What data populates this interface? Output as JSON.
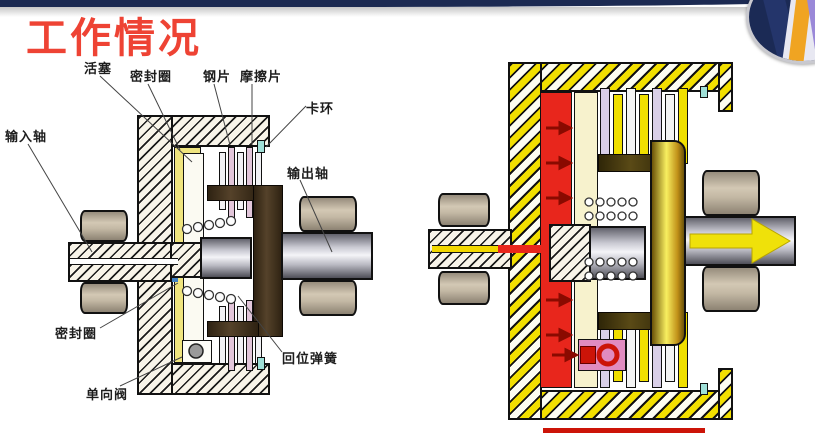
{
  "page": {
    "title": "工作情况",
    "title_color": "#ee4334"
  },
  "header": {
    "top_bar_color": "#1c2a52",
    "strip_color": "#c7c7c7",
    "corner_photo": "businessman-suit-and-tie-photo"
  },
  "left_diagram": {
    "state": "released",
    "labels": {
      "piston": "活塞",
      "seal_ring_top": "密封圈",
      "steel_plate": "钢片",
      "friction_plate": "摩擦片",
      "snap_ring": "卡环",
      "input_shaft": "输入轴",
      "output_shaft": "输出轴",
      "seal_ring_bottom": "密封圈",
      "return_spring": "回位弹簧",
      "check_valve": "单向阀"
    }
  },
  "right_diagram": {
    "state": "pressurized-engaged",
    "colors": {
      "pressure_fluid_red": "#e8261c",
      "housing_hatch_yellow": "#f2df00",
      "flow_arrow_yellow": "#efe10a",
      "hub_gold": "#d8a818",
      "chamber_cream": "#f7f2cd",
      "snap_ring_teal": "#9fe0d8"
    }
  }
}
